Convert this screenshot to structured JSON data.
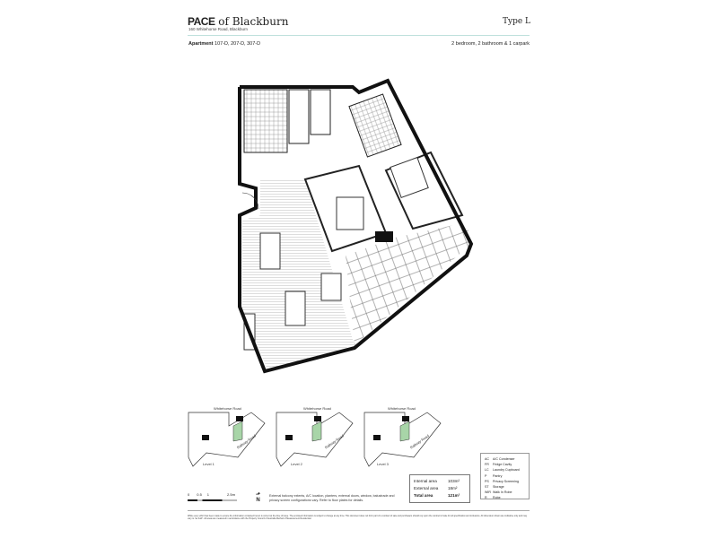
{
  "header": {
    "brand_bold": "PACE",
    "brand_rest": " of Blackburn",
    "address": "160 Whitehorse Road, Blackburn",
    "type": "Type L",
    "apartment_label": "Apartment",
    "apartment_numbers": " 107-D, 207-D, 307-D",
    "configuration": "2 bedroom, 2 bathroom & 1 carpark"
  },
  "keyplans": {
    "road_top": "Whitehorse Road",
    "road_side": "Railway Road",
    "levels": [
      "Level 1",
      "Level 2",
      "Level 3"
    ]
  },
  "scale": {
    "ticks": [
      "0",
      "0.5",
      "1",
      "2.5m"
    ]
  },
  "north": "N",
  "note": "External balcony extents, A/C location, planters, external doors, window, balustrade and privacy screen configurations vary. Refer to floor plates for details.",
  "areas": [
    {
      "label": "Internal area",
      "value": "103m²"
    },
    {
      "label": "External area",
      "value": "18m²"
    },
    {
      "label": "Total area",
      "value": "121m²"
    }
  ],
  "legend": [
    {
      "code": "AC",
      "label": "A/C Condenser"
    },
    {
      "code": "FR",
      "label": "Fridge Cavity"
    },
    {
      "code": "LC",
      "label": "Laundry Cupboard"
    },
    {
      "code": "P",
      "label": "Pantry"
    },
    {
      "code": "PS",
      "label": "Privacy Screening"
    },
    {
      "code": "ST",
      "label": "Storage"
    },
    {
      "code": "WIR",
      "label": "Walk In Robe"
    },
    {
      "code": "R",
      "label": "Robe"
    }
  ],
  "disclaimer": "While every effort has been made to ensure the information contained herein is correct at the time of issue. The enclosed information is subject to change at any time. This document does not form part of a contract of sale and purchasers should rely upon the contract of sale for all specification and inclusions. All dimension shown are indicative only and may vary to \"as built\". All areas are measured in accordance with the Property Council of Australia Method of Measurement Residential.",
  "colors": {
    "accent": "#bfe0dc",
    "highlight": "#a8d5a8"
  }
}
